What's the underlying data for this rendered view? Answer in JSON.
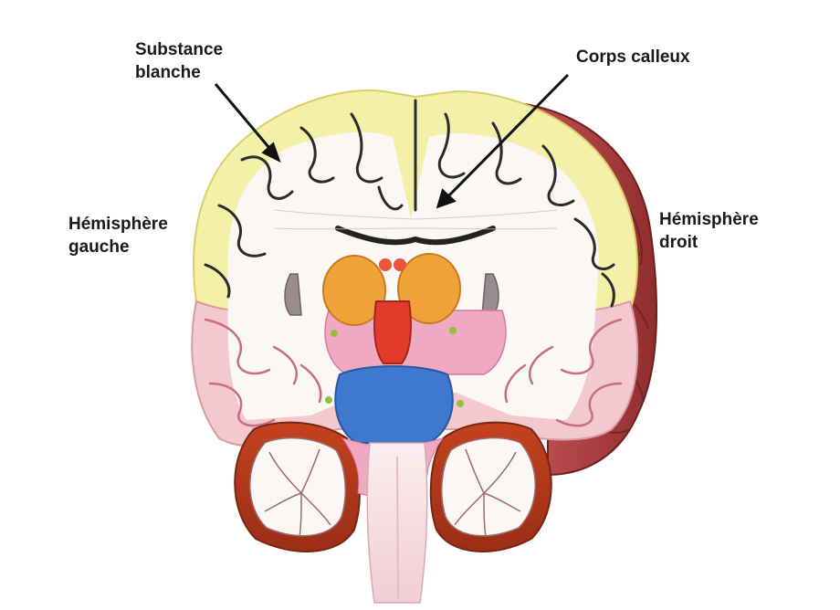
{
  "labels": {
    "substance_blanche": [
      "Substance",
      "blanche"
    ],
    "corps_calleux": "Corps calleux",
    "hemisphere_gauche": [
      "Hémisphère",
      "gauche"
    ],
    "hemisphere_droit": [
      "Hémisphère",
      "droit"
    ]
  },
  "colors": {
    "cortex_top": "#f5f0a8",
    "cortex_lower": "#f3c9cf",
    "white_matter": "#fbf7f4",
    "outer_surface": "#a23a3a",
    "thalamus": "#f0a23a",
    "brainstem_pons": "#3f79cf",
    "midbrain": "#e23b2b",
    "cerebellum": "#b8361c",
    "ventricle": "#9a8c8e",
    "arrow": "#111111"
  }
}
